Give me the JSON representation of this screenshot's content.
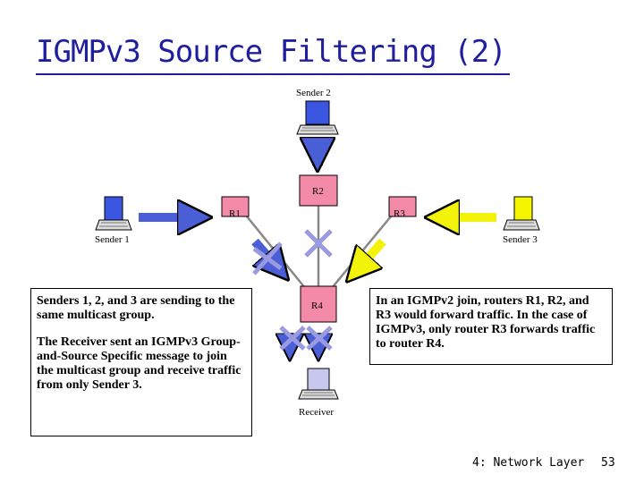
{
  "title": "IGMPv3 Source Filtering (2)",
  "nodes": {
    "sender2": "Sender 2",
    "sender1": "Sender 1",
    "sender3": "Sender 3",
    "r1": "R1",
    "r2": "R2",
    "r3": "R3",
    "r4": "R4",
    "receiver": "Receiver"
  },
  "left_box": {
    "para1": "Senders 1, 2, and 3 are sending to the same multicast group.",
    "para2": "The Receiver sent an IGMPv3 Group-and-Source Specific message to join the multicast group and receive traffic from only Sender 3."
  },
  "right_box": {
    "text": "In an IGMPv2 join, routers R1, R2, and R3 would forward traffic. In the case of IGMPv3, only router R3 forwards traffic to router R4."
  },
  "footer": {
    "chapter": "4: Network Layer",
    "page": "53"
  },
  "colors": {
    "title": "#1f1f9e",
    "router": "#f28aa8",
    "arrow_blue": "#4a5fd6",
    "arrow_yellow": "#f2f20a",
    "computer_blue": "#3a56e0",
    "computer_yellow": "#f5f500",
    "block_mark": "#9a9ae0"
  }
}
